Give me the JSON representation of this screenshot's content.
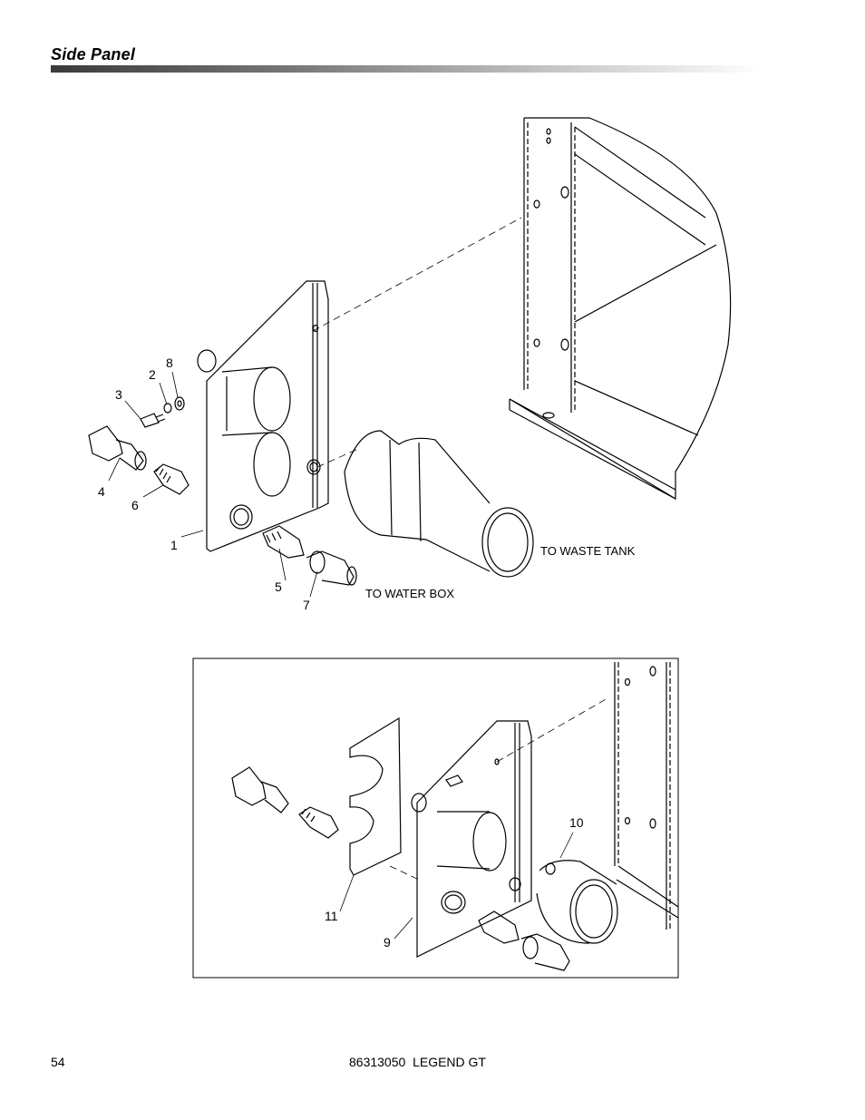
{
  "header": {
    "title": "Side Panel"
  },
  "callouts": {
    "top": [
      "1",
      "2",
      "3",
      "4",
      "5",
      "6",
      "7",
      "8"
    ],
    "inset": [
      "9",
      "10",
      "11"
    ]
  },
  "notes": {
    "waste_tank": "TO WASTE TANK",
    "water_box": "TO WATER BOX"
  },
  "footer": {
    "page_number": "54",
    "doc_ref": "86313050  LEGEND GT"
  }
}
